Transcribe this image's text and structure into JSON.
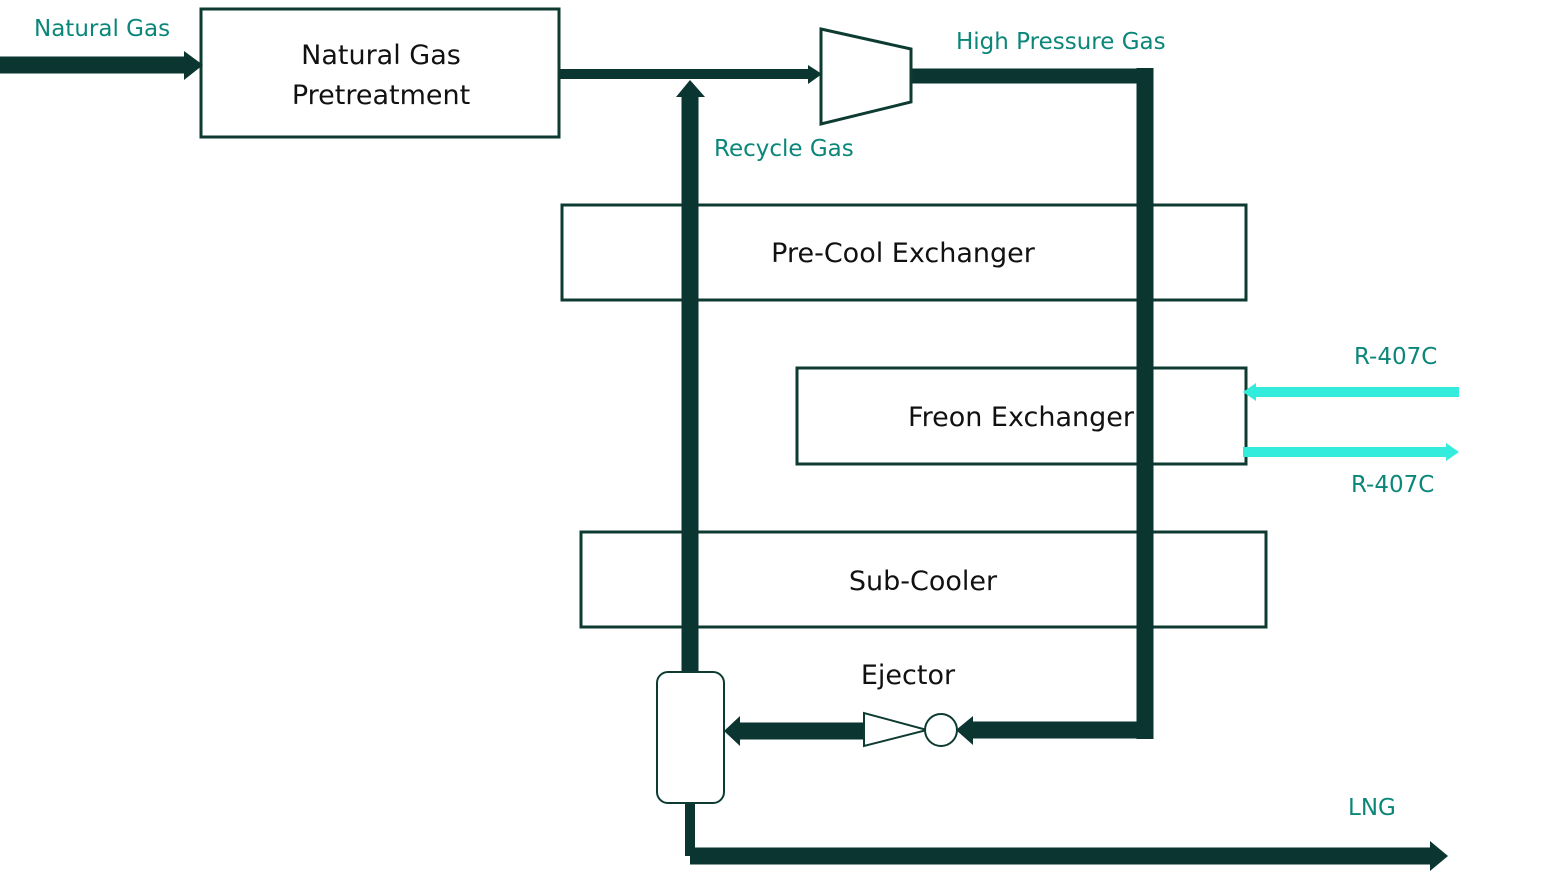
{
  "streams": {
    "natural_gas_in": "Natural Gas",
    "high_pressure_gas": "High Pressure Gas",
    "recycle_gas": "Recycle Gas",
    "refrigerant_in": "R-407C",
    "refrigerant_out": "R-407C",
    "lng_out": "LNG"
  },
  "units": {
    "pretreatment_line1": "Natural Gas",
    "pretreatment_line2": "Pretreatment",
    "precool_exchanger": "Pre-Cool Exchanger",
    "freon_exchanger": "Freon Exchanger",
    "sub_cooler": "Sub-Cooler",
    "ejector": "Ejector"
  },
  "colors": {
    "process_pipe": "#0a3530",
    "refrigerant_pipe": "#33ecdc",
    "stream_label": "#0b877a"
  }
}
